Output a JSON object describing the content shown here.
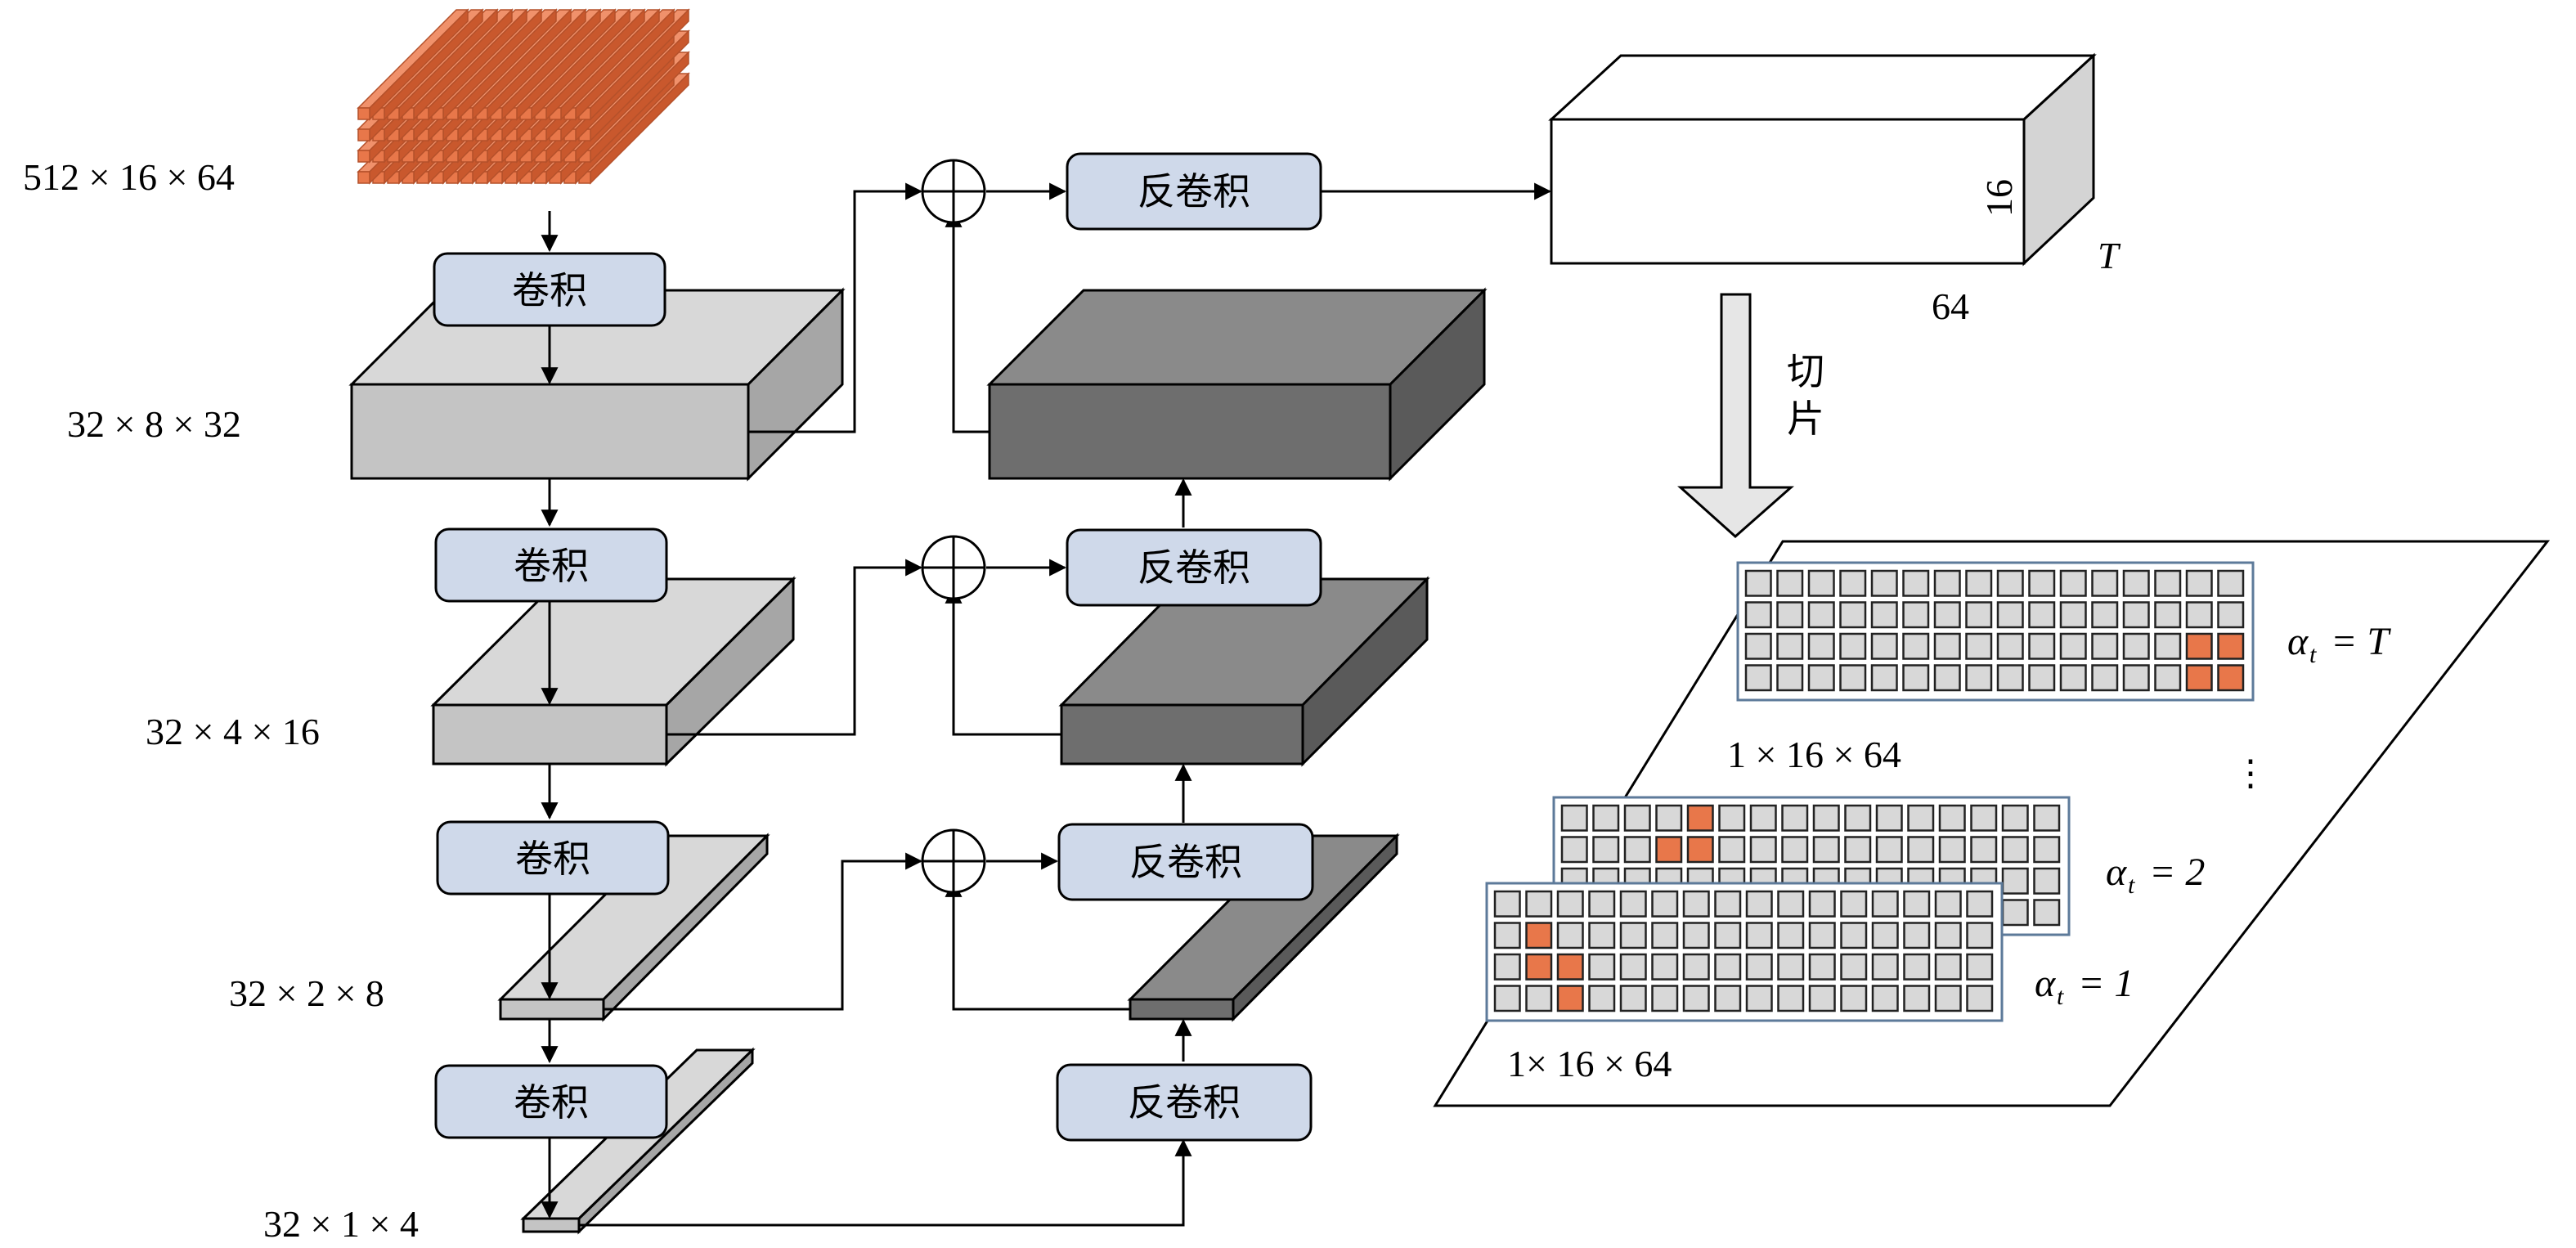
{
  "colors": {
    "op_fill": "#cfd9ea",
    "light_box": "#c9c9c9",
    "dark_box": "#6e6e6e",
    "orange": "#e8774a",
    "cell_gray": "#d8d8d8",
    "grid_border": "#5d7a9a"
  },
  "encoder": {
    "input_label": "512 × 16 × 64",
    "levels": [
      {
        "label": "32 × 8 × 32"
      },
      {
        "label": "32 × 4 × 16"
      },
      {
        "label": "32 × 2 × 8"
      },
      {
        "label": "32 × 1 × 4"
      }
    ],
    "conv_label": "卷积"
  },
  "decoder": {
    "deconv_label": "反卷积"
  },
  "output": {
    "height_label": "16",
    "width_label": "64",
    "depth_label": "T"
  },
  "slice": {
    "label_line1": "切",
    "label_line2": "片"
  },
  "slices": {
    "top_label": "1 × 16 × 64",
    "bottom_label": "1× 16 × 64",
    "alpha_symbol": "α",
    "alpha_sub": "t",
    "alpha_T": "= T",
    "alpha_2": "= 2",
    "alpha_1": "= 1",
    "ellipsis": "⋮",
    "grid_rows": 4,
    "grid_cols": 16
  }
}
